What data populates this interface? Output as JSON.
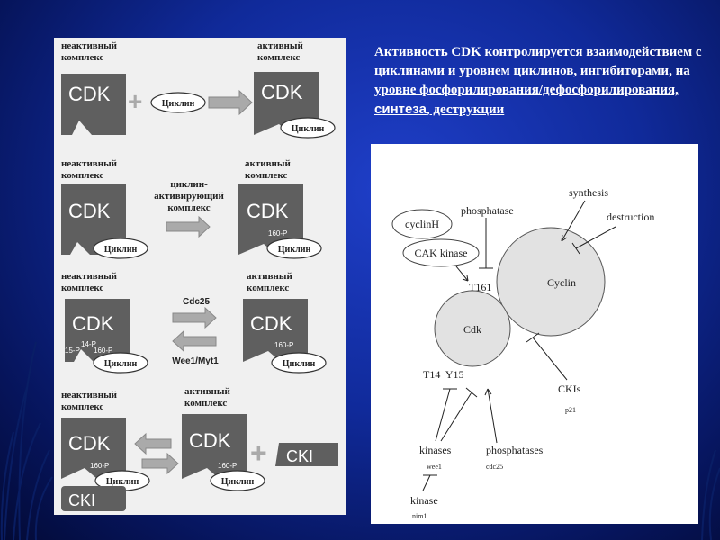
{
  "left_diagram": {
    "inactive_complex": "неактивный\nкомплекс",
    "active_complex": "активный\nкомплекс",
    "cdk": "CDK",
    "cyclin": "Циклин",
    "cak": "циклин-\nактивирующий\nкомплекс",
    "p160": "160-P",
    "p14": "14-P",
    "p15": "15-P",
    "cdc25": "Cdc25",
    "wee1": "Wee1/Myt1",
    "cki": "CKI"
  },
  "description": {
    "part1": "Активность CDK контролируется взаимодействием с циклинами и уровнем циклинов, ингибиторами, ",
    "part2": "на уровне фосфорилирования/дефосфорилирования, ",
    "part3": "синтеза",
    "part4": ", деструкции"
  },
  "right_diagram": {
    "cyclinH": "cyclinH",
    "phosphatase": "phosphatase",
    "synthesis": "synthesis",
    "destruction": "destruction",
    "cak_kinase": "CAK kinase",
    "t161": "T161",
    "cyclin": "Cyclin",
    "cdk": "Cdk",
    "t14y15": "T14  Y15",
    "ckis": "CKIs",
    "p21": "p21",
    "kinases": "kinases",
    "wee1": "wee1",
    "phosphatases": "phosphatases",
    "cdc25": "cdc25",
    "kinase": "kinase",
    "nim1": "nim1"
  },
  "colors": {
    "background": "#102a9a",
    "cdk_box": "#5f5f5f",
    "circle_fill": "#e2e2e2"
  }
}
